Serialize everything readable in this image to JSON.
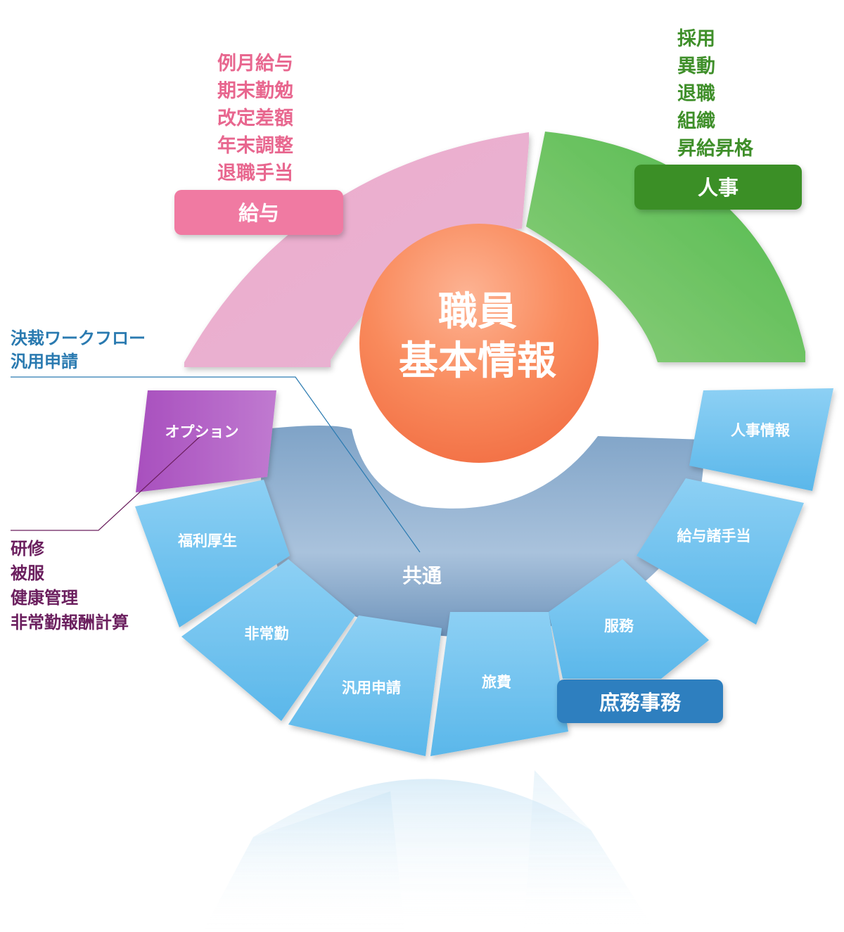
{
  "center": {
    "line1": "職員",
    "line2": "基本情報"
  },
  "salary": {
    "badge": "給与",
    "items": [
      "例月給与",
      "期末勤勉",
      "改定差額",
      "年末調整",
      "退職手当"
    ]
  },
  "personnel": {
    "badge": "人事",
    "items": [
      "採用",
      "異動",
      "退職",
      "組織",
      "昇給昇格"
    ]
  },
  "common": {
    "label": "共通"
  },
  "workflow": {
    "items": [
      "決裁ワークフロー",
      "汎用申請"
    ]
  },
  "option": {
    "tile": "オプション",
    "items": [
      "研修",
      "被服",
      "健康管理",
      "非常勤報酬計算"
    ]
  },
  "general_affairs": {
    "badge": "庶務事務",
    "tiles": [
      "人事情報",
      "給与諸手当",
      "服務",
      "旅費",
      "汎用申請",
      "非常勤",
      "福利厚生"
    ]
  },
  "colors": {
    "salary": "#e7a9cc",
    "salary_badge": "#f07aa2",
    "personnel": "#5cbb5a",
    "personnel_badge": "#3a8f28",
    "center": "#f98a5c",
    "tile": "#6ec2ee",
    "option": "#b464c4",
    "ring": "#8fb1d2",
    "ga_badge": "#2e7fbf"
  }
}
